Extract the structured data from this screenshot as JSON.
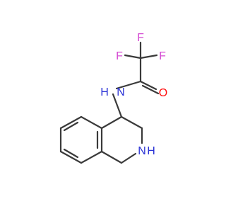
{
  "molecule": {
    "colors": {
      "bond": "#3a3a3a",
      "fluorine": "#d54bd3",
      "oxygen": "#ff0d0d",
      "nitrogen": "#2b33d6"
    },
    "atom_labels": {
      "f_top": "F",
      "f_left": "F",
      "f_right": "F",
      "o": "O",
      "amide_n": "N",
      "amide_h": "H",
      "ring_n": "N",
      "ring_h": "H"
    }
  }
}
